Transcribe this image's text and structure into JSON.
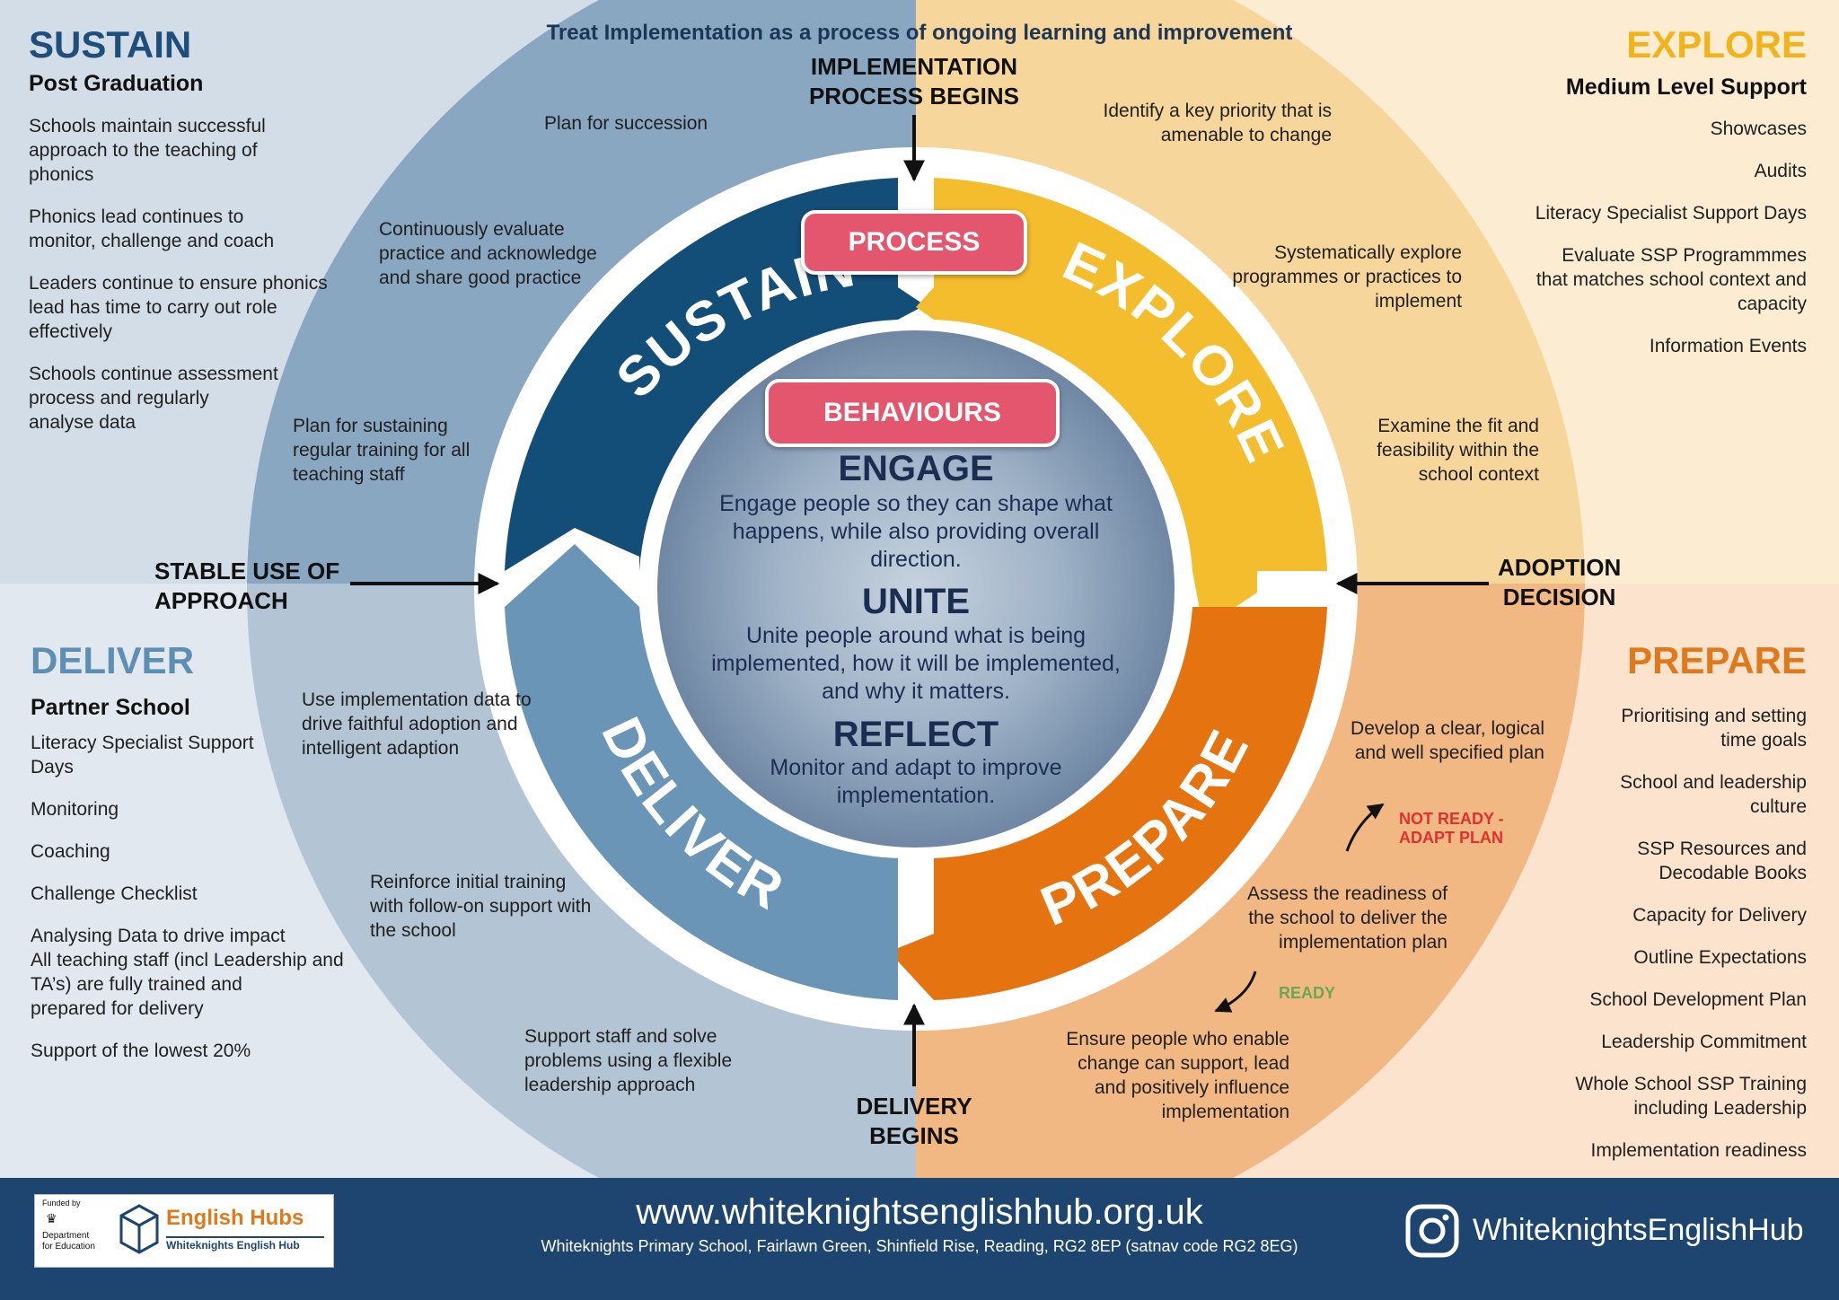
{
  "colors": {
    "sustain_bg": "#d3dde7",
    "deliver_bg": "#e2e8ef",
    "explore_bg": "#fbecd2",
    "prepare_bg": "#fbe3cd",
    "sustain": "#134e78",
    "deliver": "#6a95b6",
    "explore": "#f4bd2d",
    "prepare": "#e5730f",
    "sustain_title": "#1d4e7c",
    "deliver_title": "#5d8fb5",
    "explore_title": "#f2b21a",
    "prepare_title": "#e0781c",
    "pill": "#e4556e",
    "footer": "#1d4570",
    "not_ready": "#e03030",
    "ready": "#6aa84f"
  },
  "top_title": "Treat Implementation as a process of ongoing learning and improvement",
  "sustain": {
    "title": "SUSTAIN",
    "subtitle": "Post Graduation",
    "items": [
      "Schools maintain successful\napproach to the teaching of\nphonics",
      "Phonics lead continues to\nmonitor, challenge and coach",
      "Leaders continue to ensure phonics\nlead has time to carry out role\neffectively",
      "Schools continue assessment\nprocess and regularly\nanalyse data"
    ],
    "ring_notes": [
      "Plan for succession",
      "Continuously evaluate\npractice and acknowledge\nand share good practice",
      "Plan for sustaining\nregular training for all\nteaching staff"
    ]
  },
  "explore": {
    "title": "EXPLORE",
    "subtitle": "Medium Level Support",
    "items": [
      "Showcases",
      "Audits",
      "Literacy Specialist Support Days",
      "Evaluate SSP Programmmes\nthat matches school context and\ncapacity",
      "Information Events"
    ],
    "ring_notes": [
      "Identify a key priority that is\namenable to change",
      "Systematically explore\nprogrammes or practices to\nimplement",
      "Examine the fit and\nfeasibility within the\nschool context"
    ]
  },
  "deliver": {
    "title": "DELIVER",
    "subtitle": "Partner School",
    "items": [
      "Literacy Specialist Support\nDays",
      "Monitoring",
      "Coaching",
      "Challenge Checklist",
      "Analysing Data to drive impact\nAll teaching staff (incl Leadership and\nTA’s) are fully trained and\nprepared for delivery",
      "Support of the lowest 20%"
    ],
    "ring_notes": [
      "Use implementation data to\ndrive faithful adoption and\nintelligent adaption",
      "Reinforce initial training\nwith follow-on support with\nthe school",
      "Support staff and solve\nproblems using a flexible\nleadership approach"
    ]
  },
  "prepare": {
    "title": "PREPARE",
    "items": [
      "Prioritising and setting\ntime goals",
      "School and leadership\nculture",
      "SSP Resources and\nDecodable Books",
      "Capacity for Delivery",
      "Outline Expectations",
      "School Development Plan",
      "Leadership Commitment",
      "Whole School SSP Training\nincluding Leadership",
      "Implementation readiness"
    ],
    "ring_notes": [
      "Develop a clear, logical\nand well specified plan",
      "Assess the readiness of\nthe school to deliver the\nimplementation plan",
      "Ensure people who enable\nchange can support, lead\nand positively influence\nimplementation"
    ],
    "not_ready": "NOT READY -\nADAPT PLAN",
    "ready": "READY"
  },
  "stage_labels": {
    "begins": "IMPLEMENTATION\nPROCESS BEGINS",
    "stable": "STABLE USE OF\nAPPROACH",
    "adoption": "ADOPTION\nDECISION",
    "delivery": "DELIVERY\nBEGINS"
  },
  "ring_words": {
    "sustain": "SUSTAIN",
    "explore": "EXPLORE",
    "deliver": "DELIVER",
    "prepare": "PREPARE"
  },
  "process": "PROCESS",
  "behaviours": "BEHAVIOURS",
  "center": {
    "engage": "ENGAGE",
    "engage_text": "Engage people so they can shape what\nhappens, while also providing overall\ndirection.",
    "unite": "UNITE",
    "unite_text": "Unite people around what is being\nimplemented, how it will be implemented,\nand why it matters.",
    "reflect": "REFLECT",
    "reflect_text": "Monitor and adapt to improve\nimplementation."
  },
  "footer": {
    "url": "www.whiteknightsenglishhub.org.uk",
    "address": "Whiteknights Primary School, Fairlawn Green, Shinfield Rise, Reading, RG2 8EP (satnav code RG2 8EG)",
    "instagram": "WhiteknightsEnglishHub",
    "logo_funded": "Funded by",
    "logo_dept": "Department\nfor Education",
    "logo_name": "English Hubs",
    "logo_sub": "Whiteknights English Hub"
  }
}
